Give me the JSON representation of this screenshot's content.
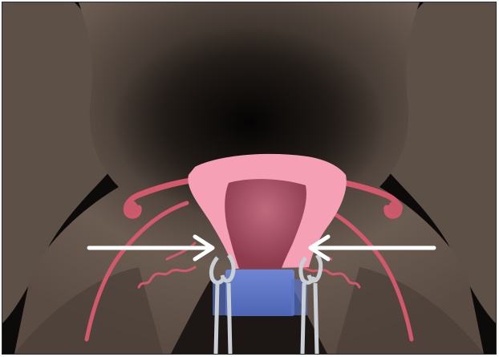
{
  "illustration": {
    "subject": "medical-illustration",
    "palette": {
      "background": "#0c0b0a",
      "body": "#6b5c52",
      "body_shadow": "#2c2520",
      "uterus": "#f5a0b5",
      "uterine_cavity": "#a14c5f",
      "vessels": "#d2596b",
      "vaginal_canal": "#5a74c4",
      "instruments": "#c9cfd3",
      "arrows": "#ffffff"
    },
    "arrows": [
      {
        "direction": "right",
        "points_to": "left-clamp"
      },
      {
        "direction": "left",
        "points_to": "right-clamp"
      }
    ],
    "instruments": [
      "left-clamp",
      "right-clamp"
    ]
  }
}
